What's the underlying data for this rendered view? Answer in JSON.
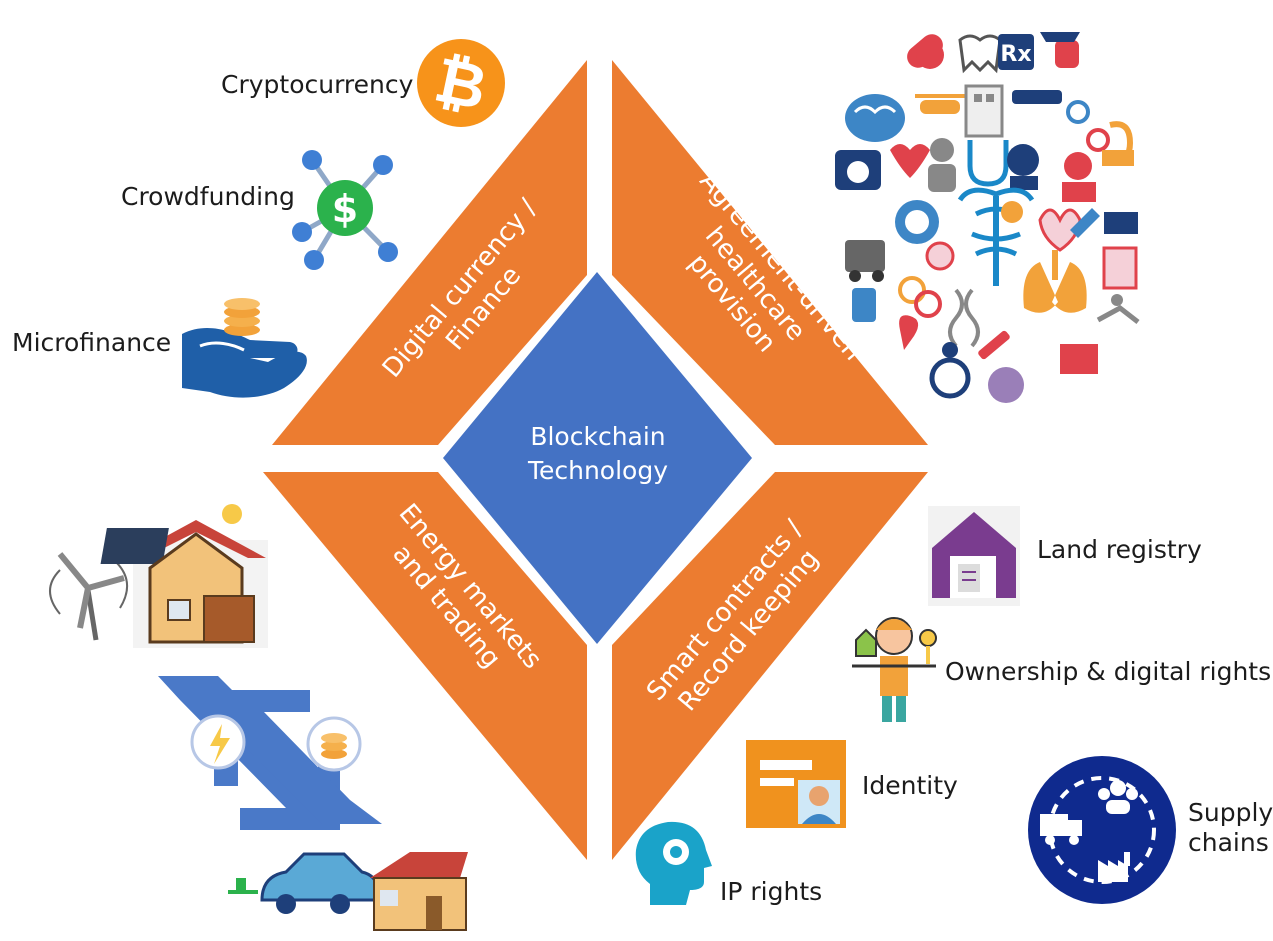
{
  "center": {
    "line1": "Blockchain",
    "line2": "Technology"
  },
  "quadrants": {
    "top_left": {
      "line1": "Digital currency /",
      "line2": "Finance"
    },
    "top_right": {
      "line1": "Agreement-driven",
      "line2": "healthcare",
      "line3": "provision"
    },
    "bottom_left": {
      "line1": "Energy markets",
      "line2": "and trading"
    },
    "bottom_right": {
      "line1": "Smart contracts /",
      "line2": "Record keeping"
    }
  },
  "labels": {
    "cryptocurrency": "Cryptocurrency",
    "crowdfunding": "Crowdfunding",
    "microfinance": "Microfinance",
    "land_registry": "Land registry",
    "ownership": "Ownership & digital rights",
    "identity": "Identity",
    "ip_rights": "IP rights",
    "supply_chains": "Supply\nchains"
  },
  "icons": {
    "cryptocurrency": "bitcoin-icon",
    "crowdfunding": "crowdfunding-network-icon",
    "microfinance": "hand-coins-icon",
    "land_registry": "house-document-icon",
    "ownership": "person-balance-icon",
    "identity": "id-card-icon",
    "ip_rights": "head-gear-icon",
    "supply_chains": "supply-chain-icon",
    "healthcare": "healthcare-icons-cluster",
    "energy": "energy-trading-icons"
  },
  "colors": {
    "orange": "#EC7C30",
    "blue": "#4472C4",
    "navy": "#0F2A8E",
    "purple": "#7A3C8F",
    "bitcoin": "#F7931A",
    "green": "#2BB24C"
  }
}
